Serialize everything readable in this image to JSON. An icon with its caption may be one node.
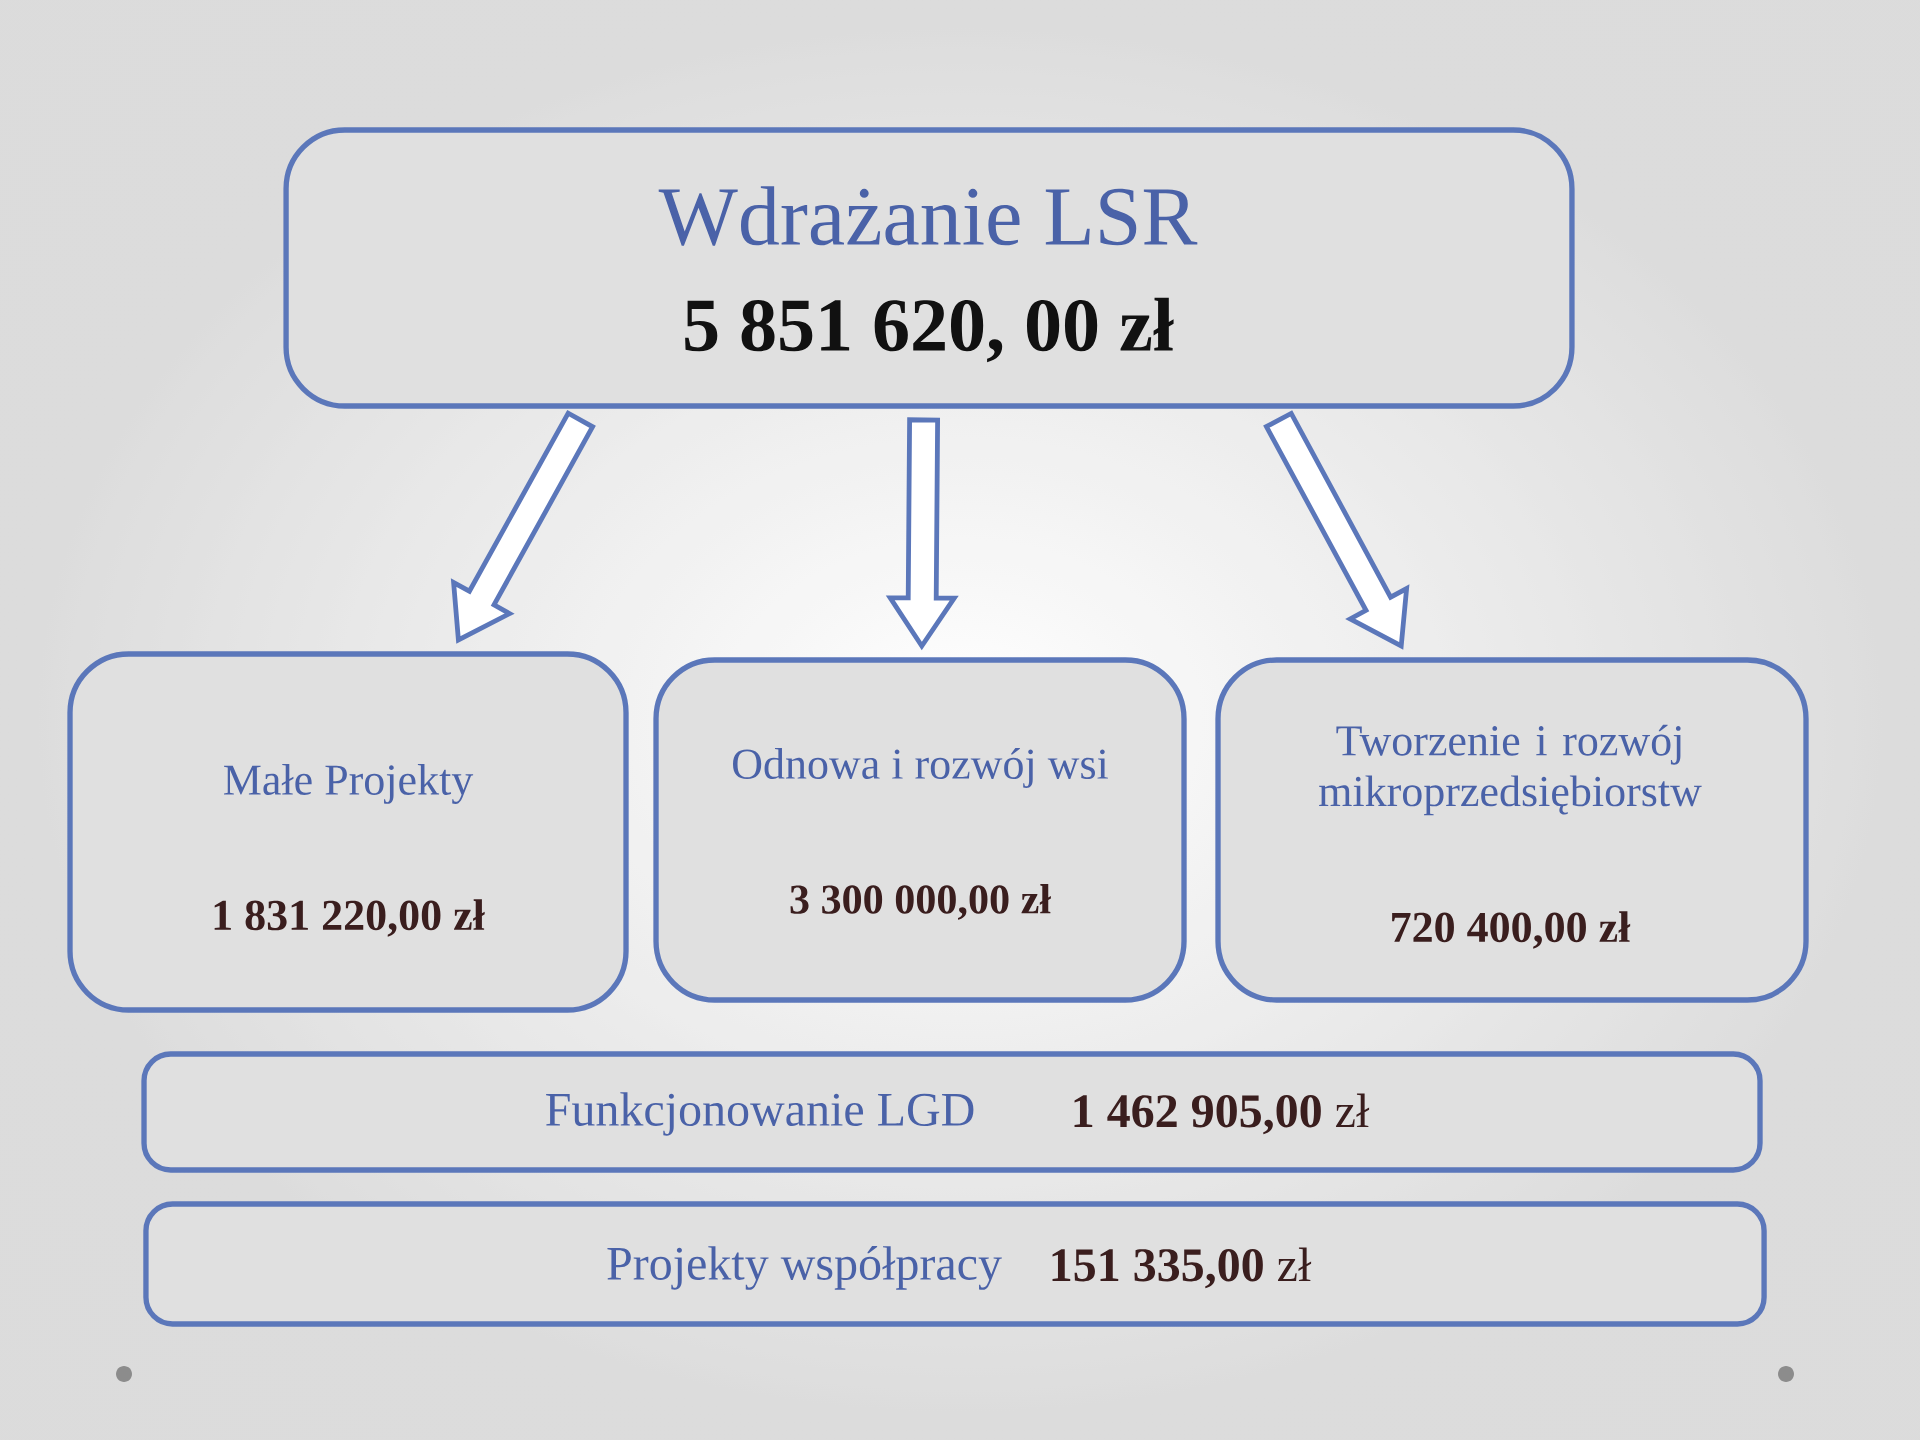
{
  "diagram": {
    "nodes": [
      {
        "text": [
          "Wdrażanie LSR",
          "5 851 620, 00 zł"
        ]
      },
      {
        "text": [
          "Małe Projekty",
          "1 831 220,00 zł"
        ]
      },
      {
        "text": [
          "Odnowa i rozwój wsi",
          "3 300 000,00 zł"
        ]
      },
      {
        "text": [
          "Tworzenie i rozwój mikroprzedsiębiorstw",
          "720 400,00 zł"
        ]
      },
      {
        "text": [
          "Funkcjonowanie LGD",
          "**1 462 905,00** zł"
        ]
      },
      {
        "text": [
          "Projekty współpracy",
          "**151 335,00** zł"
        ]
      }
    ],
    "edges": [
      {
        "from": 0,
        "to": 1,
        "arrow": "to"
      },
      {
        "from": 0,
        "to": 2,
        "arrow": "to"
      },
      {
        "from": 0,
        "to": 3,
        "arrow": "to"
      }
    ]
  }
}
